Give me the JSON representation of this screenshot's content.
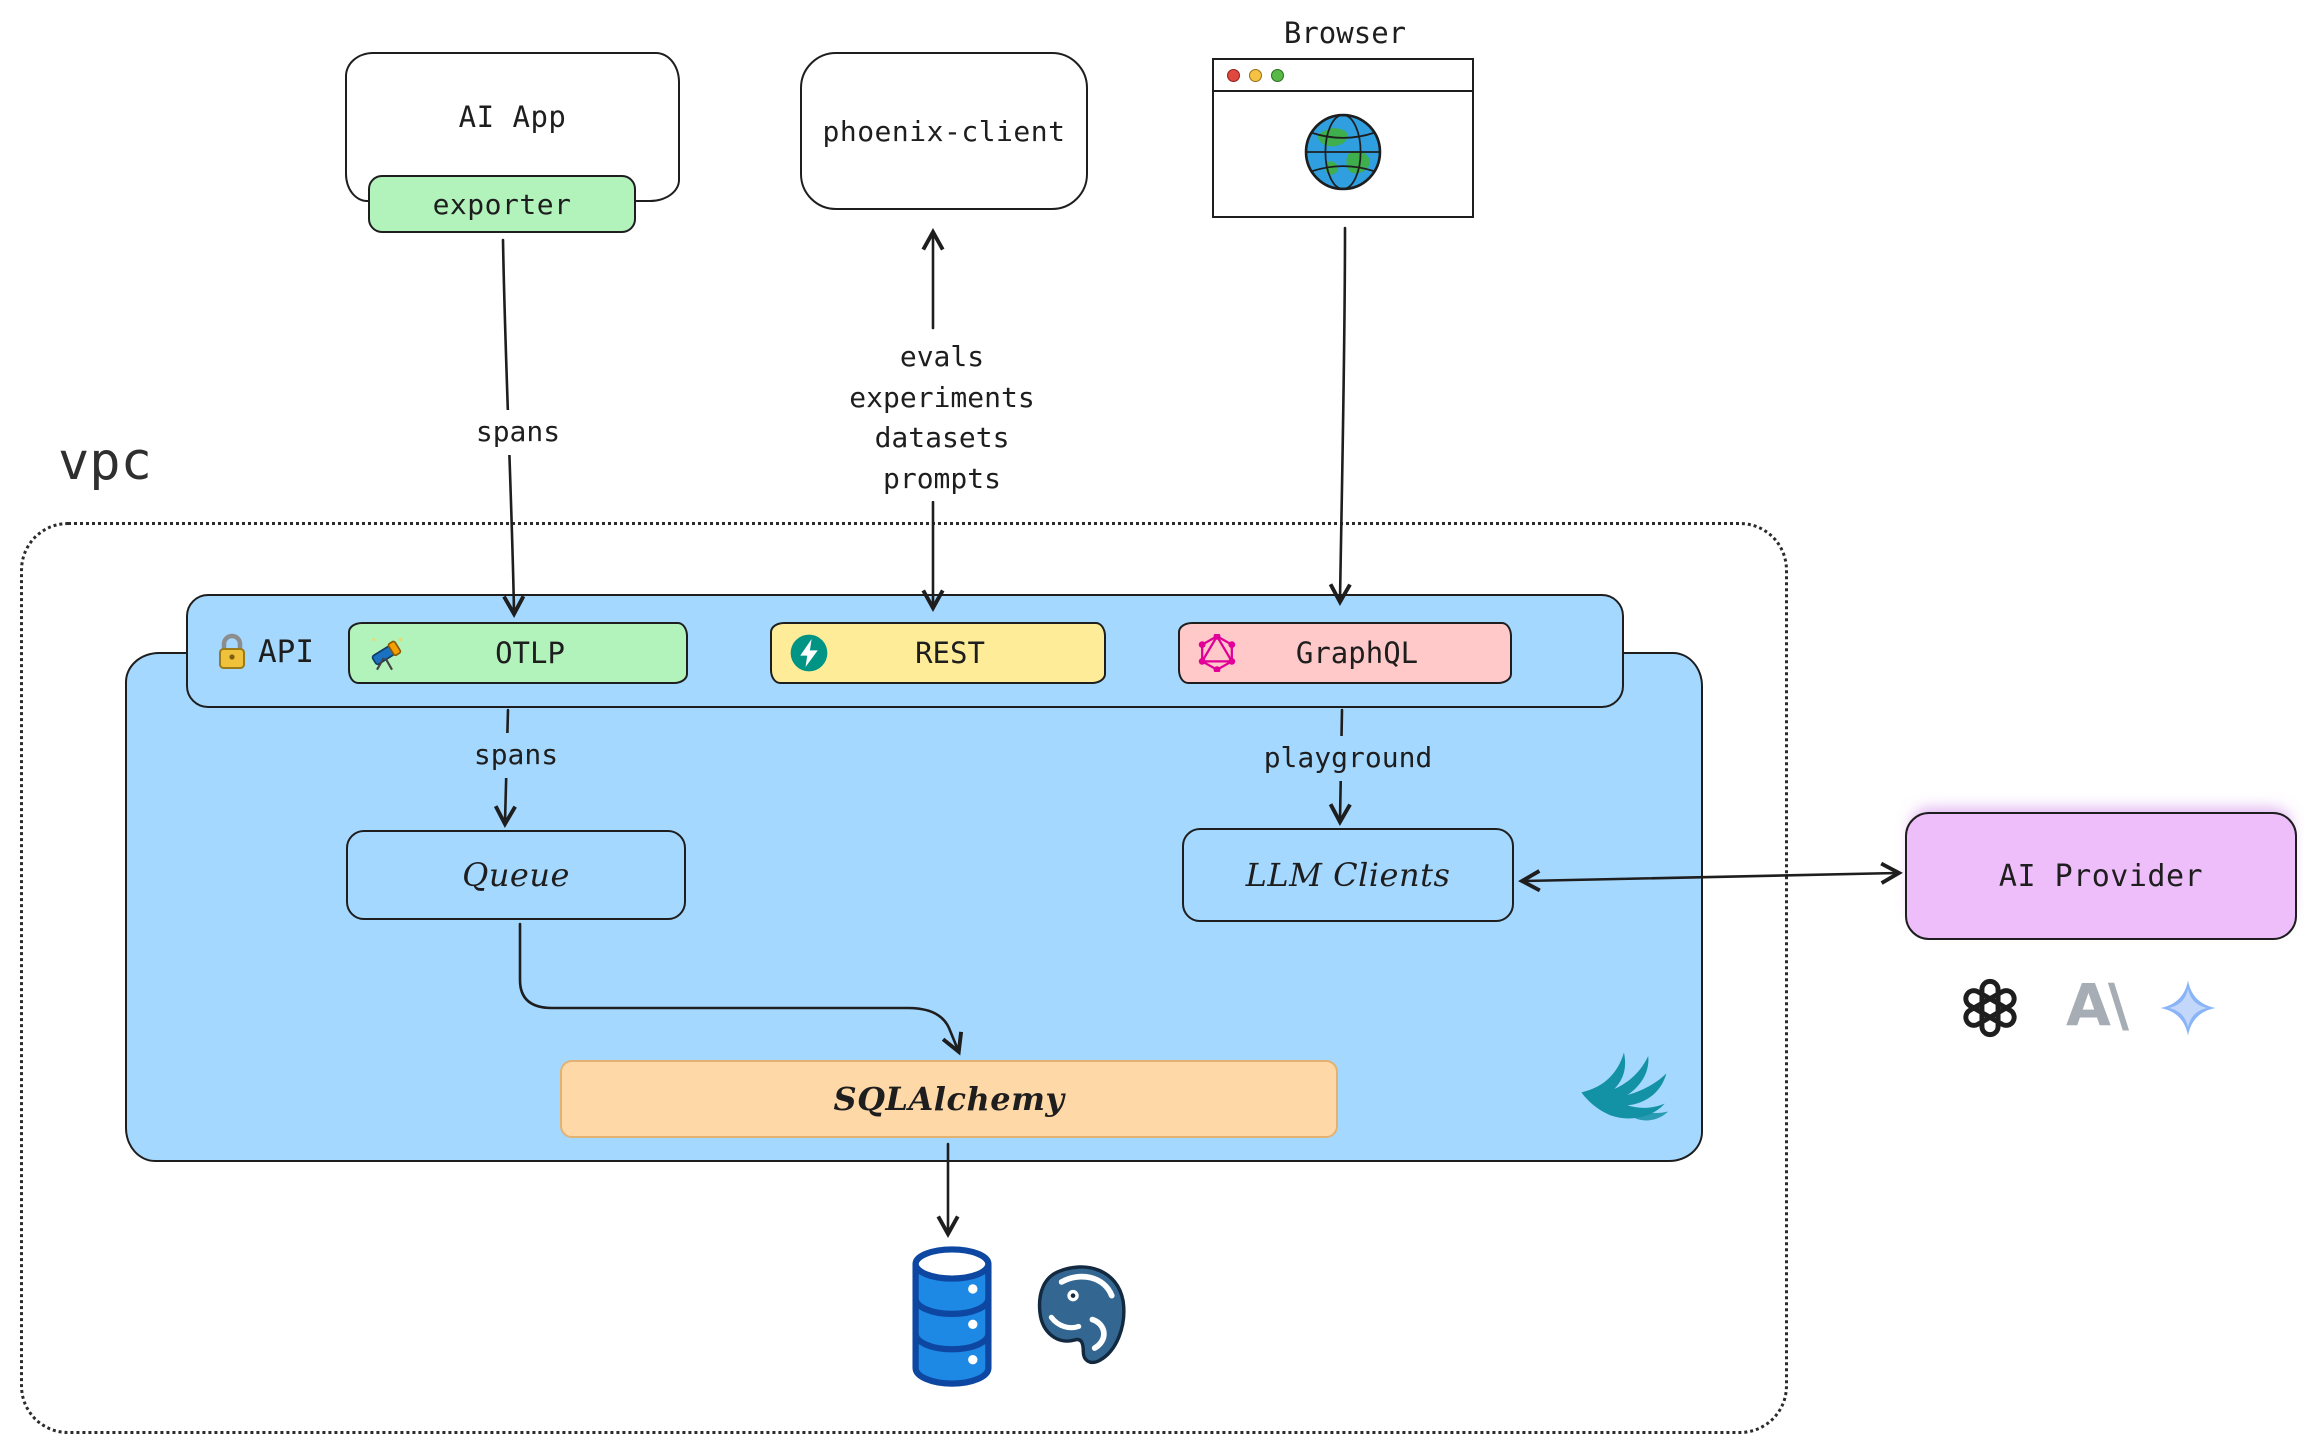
{
  "diagram": {
    "kind": "architecture-diagram"
  },
  "nodes": {
    "ai_app": {
      "label": "AI App"
    },
    "exporter": {
      "label": "exporter"
    },
    "phoenix_client": {
      "label": "phoenix-client"
    },
    "browser": {
      "label": "Browser"
    },
    "vpc": {
      "label": "vpc"
    },
    "api": {
      "label": "API"
    },
    "otlp": {
      "label": "OTLP"
    },
    "rest": {
      "label": "REST"
    },
    "graphql": {
      "label": "GraphQL"
    },
    "queue": {
      "label": "Queue"
    },
    "llm_clients": {
      "label": "LLM Clients"
    },
    "sqlalchemy": {
      "label": "SQLAlchemy"
    },
    "ai_provider": {
      "label": "AI Provider"
    },
    "anthropic_logo": {
      "label": "A\\"
    }
  },
  "edges": {
    "exporter_to_otlp": {
      "label": "spans"
    },
    "phoenix_client_rest": {
      "lines": [
        "evals",
        "experiments",
        "datasets",
        "prompts"
      ]
    },
    "otlp_to_queue": {
      "label": "spans"
    },
    "graphql_to_llm": {
      "label": "playground"
    }
  },
  "icons": {
    "api_lock": "lock-icon",
    "otlp": "telescope-icon",
    "rest": "fastapi-lightning-icon",
    "graphql": "graphql-hexagram-icon",
    "browser_globe": "globe-icon",
    "phoenix": "phoenix-bird-icon",
    "database": "database-cylinder-icon",
    "postgres": "postgresql-elephant-icon",
    "openai": "openai-logo-icon",
    "anthropic": "anthropic-logo",
    "gemini": "gemini-sparkle-icon"
  },
  "colors": {
    "panel_blue": "#a5d8ff",
    "green": "#b2f2bb",
    "yellow": "#ffec99",
    "pink": "#ffc9c9",
    "orange": "#ffd8a8",
    "purple": "#eebefa",
    "graphql_pink": "#e10098",
    "fastapi_teal": "#009485",
    "phoenix_teal": "#1391a5",
    "postgres_blue": "#336791",
    "db_blue": "#1e88e5"
  }
}
